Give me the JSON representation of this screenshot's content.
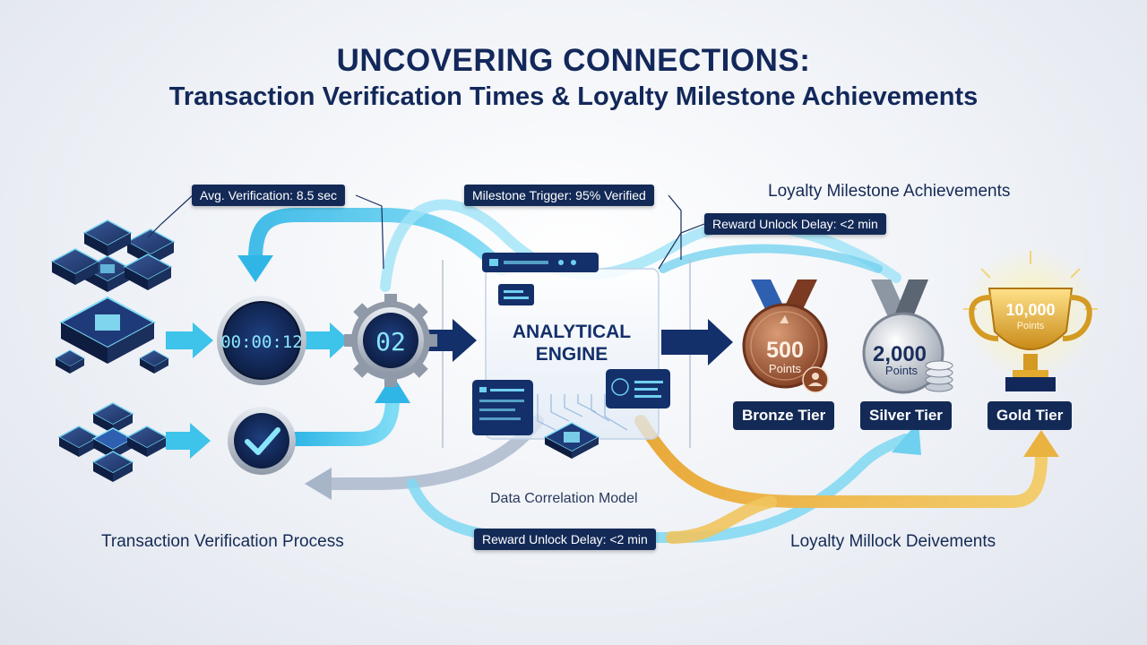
{
  "title": {
    "line1": "UNCOVERING CONNECTIONS:",
    "line2": "Transaction Verification Times & Loyalty Milestone Achievements"
  },
  "timer": {
    "clock_display": "00:00:12",
    "counter_display": "02"
  },
  "engine": {
    "line1": "ANALYTICAL",
    "line2": "ENGINE"
  },
  "callouts": {
    "avg_verification": "Avg. Verification: 8.5 sec",
    "milestone_trigger": "Milestone Trigger: 95% Verified",
    "reward_delay_top": "Reward Unlock Delay: <2 min",
    "reward_delay_bottom": "Reward Unlock Delay: <2 min"
  },
  "captions": {
    "left_section": "Transaction Verification Process",
    "model": "Data Correlation Model",
    "right_top": "Loyalty Milestone Achievements",
    "right_bottom": "Loyalty Millock Deivements"
  },
  "tiers": [
    {
      "name": "Bronze Tier",
      "points": "500",
      "unit": "Points"
    },
    {
      "name": "Silver Tier",
      "points": "2,000",
      "unit": "Points"
    },
    {
      "name": "Gold Tier",
      "points": "10,000",
      "unit": "Points"
    }
  ],
  "colors": {
    "navy": "#132a57",
    "cyan": "#3ec3ea",
    "gold": "#e8b03e",
    "bronze": "#a0573a",
    "silver": "#b9c0cb"
  }
}
